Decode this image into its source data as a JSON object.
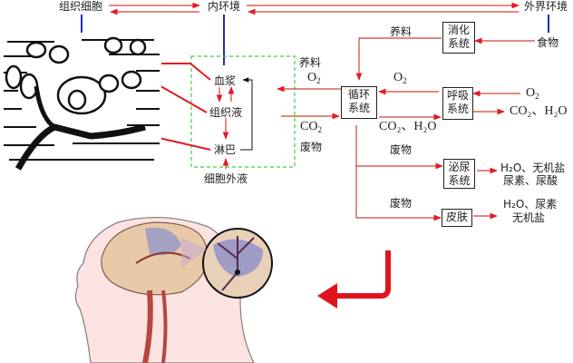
{
  "top": {
    "cells": "组织细胞",
    "internal_env": "内环境",
    "external_env": "外界环境"
  },
  "fluids": {
    "plasma": "血浆",
    "tissue_fluid": "组织液",
    "lymph": "淋巴",
    "extracellular": "细胞外液"
  },
  "exchange": {
    "nutrients": "养料",
    "o2": "O",
    "o2_sub": "2",
    "co2": "CO",
    "co2_sub": "2",
    "waste": "废物"
  },
  "systems": {
    "circulatory": [
      "循环",
      "系统"
    ],
    "digestive": [
      "消化",
      "系统"
    ],
    "respiratory": [
      "呼吸",
      "系统"
    ],
    "urinary": [
      "泌尿",
      "系统"
    ],
    "skin": "皮肤"
  },
  "labels": {
    "food": "食物",
    "nutrients2": "养料",
    "o2_in": "O",
    "o2_in_sub": "2",
    "o2_ext": "O",
    "o2_ext_sub": "2",
    "resp_out": "CO₂、H₂O",
    "circ_out": "CO₂、H₂O",
    "waste1": "废物",
    "waste2": "废物",
    "urine_out1": "H₂O、无机盐",
    "urine_out2": "尿素、尿酸",
    "skin_out1": "H₂O、尿素",
    "skin_out2": "无机盐"
  },
  "colors": {
    "arrow": "#e31b23",
    "blue_line": "#1f2fb0",
    "dashed_box": "#3ecf3e",
    "big_arrow": "#e0141e"
  }
}
